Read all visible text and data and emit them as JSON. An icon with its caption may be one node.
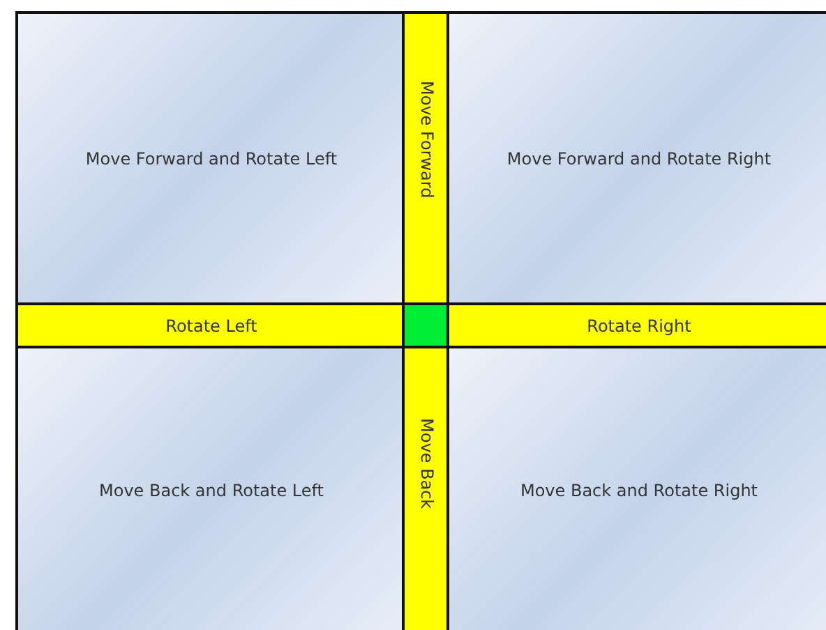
{
  "diagram": {
    "nodes": [
      {
        "text": [
          "Move Forward and Rotate Left"
        ]
      },
      {
        "text": [
          "Move Forward"
        ]
      },
      {
        "text": [
          "Move Forward and Rotate Right"
        ]
      },
      {
        "text": [
          "Rotate Left"
        ]
      },
      {
        "text": [],
        "shape": "box"
      },
      {
        "text": [
          "Rotate Right"
        ]
      },
      {
        "text": [
          "Move Back and Rotate Left"
        ]
      },
      {
        "text": [
          "Move Back"
        ]
      },
      {
        "text": [
          "Move Back and Rotate Right"
        ]
      }
    ]
  }
}
